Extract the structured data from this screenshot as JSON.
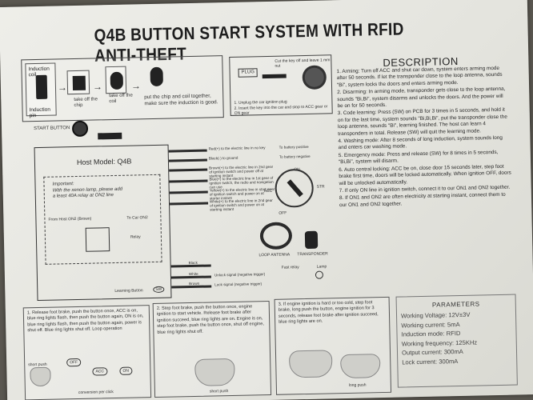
{
  "title": "Q4B BUTTON START SYSTEM WITH RFID ANTI-THEFT",
  "steps": {
    "s1_top": "Induction coil",
    "s1_bottom": "Induction pin",
    "s2": "take off the chip",
    "s3": "take off the coil",
    "s4": "put the chip and coil together, make sure the induction is good."
  },
  "plug_panel": {
    "cut_note": "Cut the key off and leave 1 mm out",
    "plug": "PLUG",
    "line1": "1. Unplug the car ignition plug",
    "line2": "2. Insert the key into the car and stop to ACC gear or ON gear"
  },
  "start_button": "START BUTTON",
  "host": {
    "model_label": "Host Model:",
    "model_value": "Q4B",
    "important_title": "Important:",
    "important_text": "With the xenon lamp, please add a least 40A relay at ON2 line",
    "from_host": "From Host ON2 (Brown)",
    "to_car": "To Car ON2",
    "relay": "Relay",
    "learning_button": "Learning Button"
  },
  "wires": [
    {
      "color": "Red(+)",
      "text": "to the electric line in no key",
      "dest": "To battery positive"
    },
    {
      "color": "Black(-)",
      "text": "to ground",
      "dest": "To battery negative"
    },
    {
      "color": "Brown(+)",
      "text": "to the electric line in 2nd gear of ignition switch and power off at starting instant",
      "dest": ""
    },
    {
      "color": "Blue(+)",
      "text": "to the electric line in 1st gear of ignition switch, the radio and navigation can use",
      "dest": ""
    },
    {
      "color": "Yellow(+)",
      "text": "to the electric line in start gear of ignition switch and power on at starter instant",
      "dest": ""
    },
    {
      "color": "White(+)",
      "text": "to the electric line in 2nd gear of ignition switch and power on at starting instant",
      "dest": ""
    }
  ],
  "ignition": {
    "on": "ON",
    "acc": "ACC",
    "str": "STR",
    "off": "OFF"
  },
  "loop_antenna": "LOOP ANTENNA",
  "transponder": "TRANSPONDER",
  "lower_wires": [
    {
      "color": "Black",
      "text": ""
    },
    {
      "color": "White",
      "text": "Unlock signal (negative trigger)"
    },
    {
      "color": "Brown",
      "text": "Lock signal (negative trigger)"
    }
  ],
  "fuse_note": "Fast relay",
  "lamp_note": "Lamp",
  "description": {
    "heading": "DESCRIPTION",
    "items": [
      "1. Arming: Turn off ACC and shut car down, system enters arming mode after 50 seconds. If let the transponder close to the loop antenna, sounds \"Bi\", system locks the doors and enters arming mode.",
      "2. Disarming: In arming mode, transponder gets close to the loop antenna, sounds \"Bi,Bi\", system disarms and unlocks the doors. And the power will be on for 50 seconds.",
      "3. Code learning: Press (SW) on PCB for 3 times in 5 seconds, and hold it on for the last time, system sounds \"Bi,Bi,Bi\", put the transponder close the loop antenna, sounds \"Bi\", learning finished. The host can learn 4 transponders in total. Release (SW) will quit the learning mode.",
      "4. Washing mode: After 8 seconds of long induction, system sounds long and enters car washing mode.",
      "5. Emergency mode: Press and release (SW) for 8 times in 5 seconds, \"Bi,Bi\", system will disarm.",
      "6. Auto central locking: ACC be on, close door 15 seconds later, step foot brake first time, doors will be locked automatically. When ignition OFF, doors will be unlocked automatically.",
      "7. If only ON line in ignition switch, connect it to our ON1 and ON2 together.",
      "8. If ON1 and ON2 are often electricity at starting instant, connect them to our ON1 and ON2 together."
    ]
  },
  "bottom_boxes": [
    "1. Release foot brake, push the button once, ACC is on, blue ring lights flash, then push the button again, ON is on, blue ring lights flash, then push the button again, power is shut off. Blue ring lights shut off. Loop operation",
    "2. Step foot brake, push the button once, engine ignition to start vehicle. Release foot brake after ignition succeed, blue ring lights are on. Engine is on, step foot brake, push the button once, shut off engine, blue ring lights shut off.",
    "3. If engine ignition is hard or too cold, step foot brake, long push the button, engine ignition for 3 seconds, release foot brake after ignition succeed, blue ring lights are on."
  ],
  "push_labels": {
    "short_push": "short push",
    "conversion": "conversion per click",
    "off": "OFF",
    "acc": "ACC",
    "on": "ON",
    "short_push2": "short push",
    "long_push": "long push"
  },
  "parameters": {
    "heading": "PARAMETERS",
    "lines": [
      "Working Voltage: 12V±3V",
      "Working current: 5mA",
      "Induction mode: RFID",
      "Working frequency: 125KHz",
      "Output current: 300mA",
      "Lock current: 300mA"
    ]
  }
}
